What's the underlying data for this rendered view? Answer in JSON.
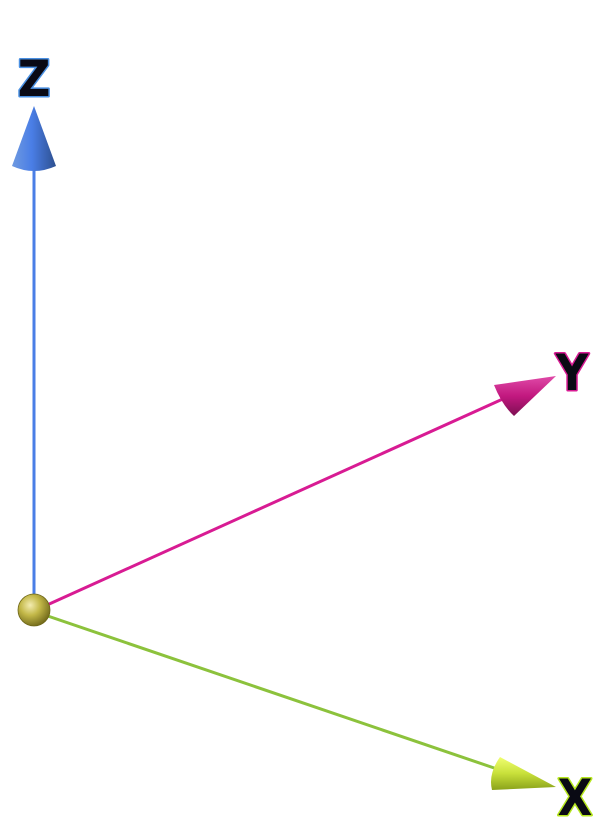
{
  "axes": {
    "z": {
      "label": "Z",
      "line_color": "#4a7ee6",
      "cone_color": "#3f6fc4",
      "label_outline": "#4a90e2",
      "label_fill": "#0a0a14"
    },
    "y": {
      "label": "Y",
      "line_color": "#d81b93",
      "cone_color": "#c2187f",
      "label_outline": "#d81b93",
      "label_fill": "#0a0a14"
    },
    "x": {
      "label": "X",
      "line_color": "#8cc23c",
      "cone_color": "#c8e03a",
      "label_outline": "#b5e61d",
      "label_fill": "#0a0a14"
    }
  },
  "origin": {
    "color": "#b8ae3a"
  }
}
